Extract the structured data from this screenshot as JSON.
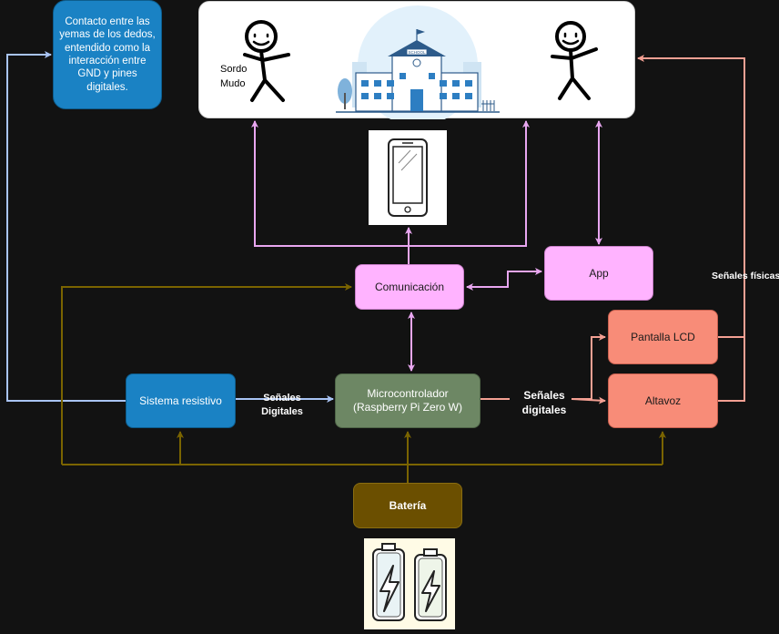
{
  "colors": {
    "background": "#121212",
    "blue_line": "#a9c4f5",
    "pink_line": "#e8a6f0",
    "salmon_line": "#f4a093",
    "olive_line": "#7a6400",
    "blue_box": "#1a82c4",
    "pink_box": "#ffb3ff",
    "green_box": "#6d8764",
    "salmon_box": "#f88c78",
    "battery_box": "#6b4f00"
  },
  "nodes": {
    "contact_note": "Contacto entre las yemas de los dedos, entendido como la interacción entre GND y pines digitales.",
    "comunicacion": "Comunicación",
    "app": "App",
    "pantalla_lcd": "Pantalla LCD",
    "altavoz": "Altavoz",
    "sistema_resistivo": "Sistema resistivo",
    "microcontrolador": "Microcontrolador (Raspberry Pi Zero W)",
    "bateria": "Batería"
  },
  "scene": {
    "sordo_mudo": "Sordo\nMudo",
    "school_sign": "SCHOOL"
  },
  "edge_labels": {
    "senales_digitales_left": "Señales\nDigitales",
    "senales_digitales_right": "Señales\ndigitales",
    "senales_fisicas": "Señales físicas"
  },
  "icons": [
    "stick-figure-icon",
    "school-building-icon",
    "smartphone-icon",
    "battery-icon"
  ]
}
